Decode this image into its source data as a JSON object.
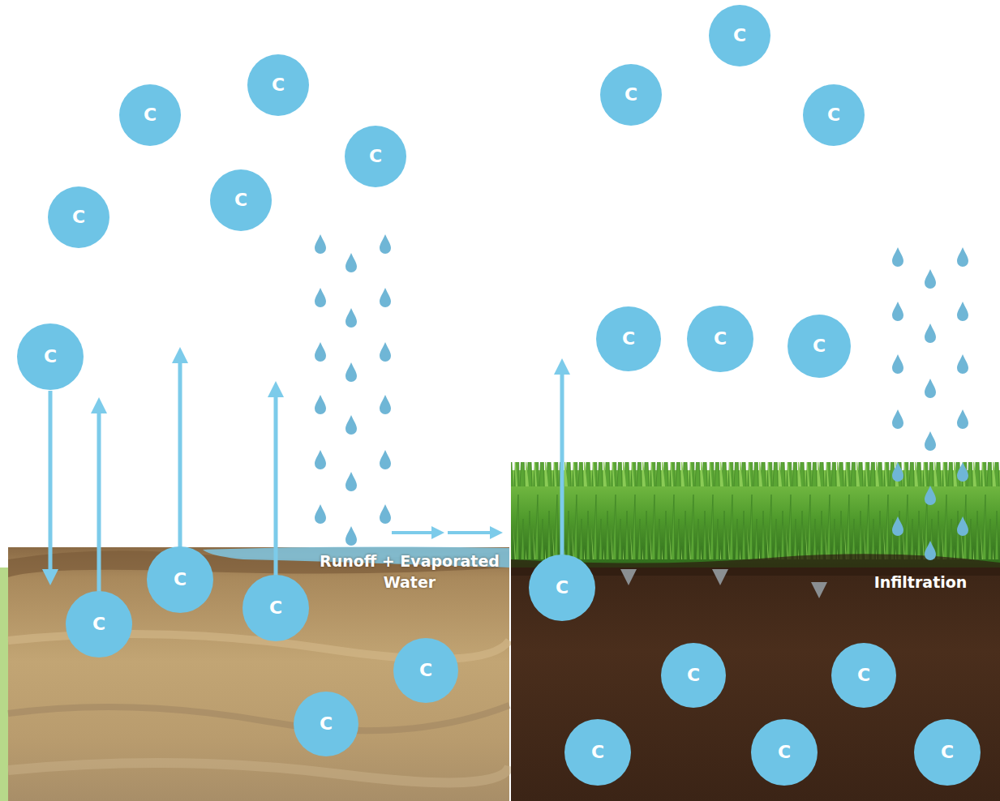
{
  "diagram": {
    "nodes": [
      {
        "text": [
          "C"
        ]
      },
      {
        "text": [
          "C"
        ]
      },
      {
        "text": [
          "C"
        ]
      },
      {
        "text": [
          "C"
        ]
      },
      {
        "text": [
          "C"
        ]
      },
      {
        "text": [
          "C"
        ]
      },
      {
        "text": [
          "C"
        ]
      },
      {
        "text": [
          "C"
        ]
      },
      {
        "text": [
          "C"
        ]
      },
      {
        "text": [
          "C"
        ]
      },
      {
        "text": [
          "C"
        ]
      },
      {
        "text": [
          "C"
        ]
      },
      {
        "text": [
          "C"
        ]
      },
      {
        "text": [
          "C"
        ]
      },
      {
        "text": [
          "C"
        ]
      },
      {
        "text": [
          "C"
        ]
      },
      {
        "text": [
          "C"
        ]
      },
      {
        "text": [
          "C"
        ]
      },
      {
        "text": [
          "C"
        ]
      },
      {
        "text": [
          "C"
        ]
      },
      {
        "text": [
          "C"
        ]
      },
      {
        "text": [
          "C"
        ]
      },
      {
        "text": [
          "C"
        ]
      }
    ],
    "labels": [
      "Runoff + Evaporated Water",
      "Infiltration"
    ]
  }
}
